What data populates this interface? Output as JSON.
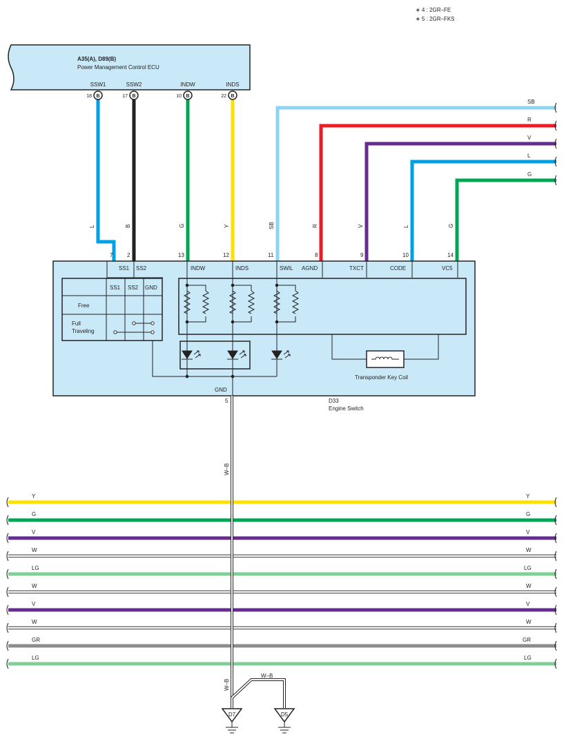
{
  "notes": [
    "∗ 4 : 2GR–FE",
    "∗ 5 : 2GR–FKS"
  ],
  "ecu": {
    "code": "A35(A), D89(B)",
    "name": "Power Management Control ECU",
    "pins": [
      {
        "num": "18",
        "conn": "B",
        "label": "SSW1"
      },
      {
        "num": "17",
        "conn": "B",
        "label": "SSW2"
      },
      {
        "num": "10",
        "conn": "B",
        "label": "INDW"
      },
      {
        "num": "22",
        "conn": "B",
        "label": "INDS"
      }
    ]
  },
  "ecu_wires": [
    {
      "color_code": "L",
      "hex": "#00a0e6",
      "pin": "7"
    },
    {
      "color_code": "B",
      "hex": "#222222",
      "pin": "2"
    },
    {
      "color_code": "G",
      "hex": "#00a651",
      "pin": "13"
    },
    {
      "color_code": "Y",
      "hex": "#ffe000",
      "pin": "12"
    }
  ],
  "right_wires": [
    {
      "color_code": "SB",
      "hex": "#8fd3f2",
      "pin": "11"
    },
    {
      "color_code": "R",
      "hex": "#ed1c24",
      "pin": "8"
    },
    {
      "color_code": "V",
      "hex": "#662d91",
      "pin": "9"
    },
    {
      "color_code": "L",
      "hex": "#00a0e6",
      "pin": "10"
    },
    {
      "color_code": "G",
      "hex": "#00a651",
      "pin": "14"
    }
  ],
  "switch": {
    "code": "D33",
    "name": "Engine Switch",
    "terminals": [
      "SS1",
      "SS2",
      "INDW",
      "INDS",
      "SWIL",
      "AGND",
      "TXCT",
      "CODE",
      "VC5"
    ],
    "gnd_label": "GND",
    "gnd_pin": "5",
    "coil_label": "Transponder Key Coil",
    "table": {
      "headers": [
        "SS1",
        "SS2",
        "GND"
      ],
      "rows": [
        "Free",
        "Full\nTraveling"
      ]
    }
  },
  "ground_wire": "W–B",
  "bus_wires": [
    {
      "code": "Y",
      "hex": "#ffe000"
    },
    {
      "code": "G",
      "hex": "#00a651"
    },
    {
      "code": "V",
      "hex": "#662d91"
    },
    {
      "code": "W",
      "hex": "#ffffff"
    },
    {
      "code": "LG",
      "hex": "#7fcf97"
    },
    {
      "code": "W",
      "hex": "#ffffff"
    },
    {
      "code": "V",
      "hex": "#662d91"
    },
    {
      "code": "W",
      "hex": "#ffffff"
    },
    {
      "code": "GR",
      "hex": "#8c8c8c"
    },
    {
      "code": "LG",
      "hex": "#7fcf97"
    }
  ],
  "grounds": [
    "D7",
    "D5"
  ],
  "colors": {
    "component_fill": "#c9e8f8",
    "outline": "#222222"
  }
}
